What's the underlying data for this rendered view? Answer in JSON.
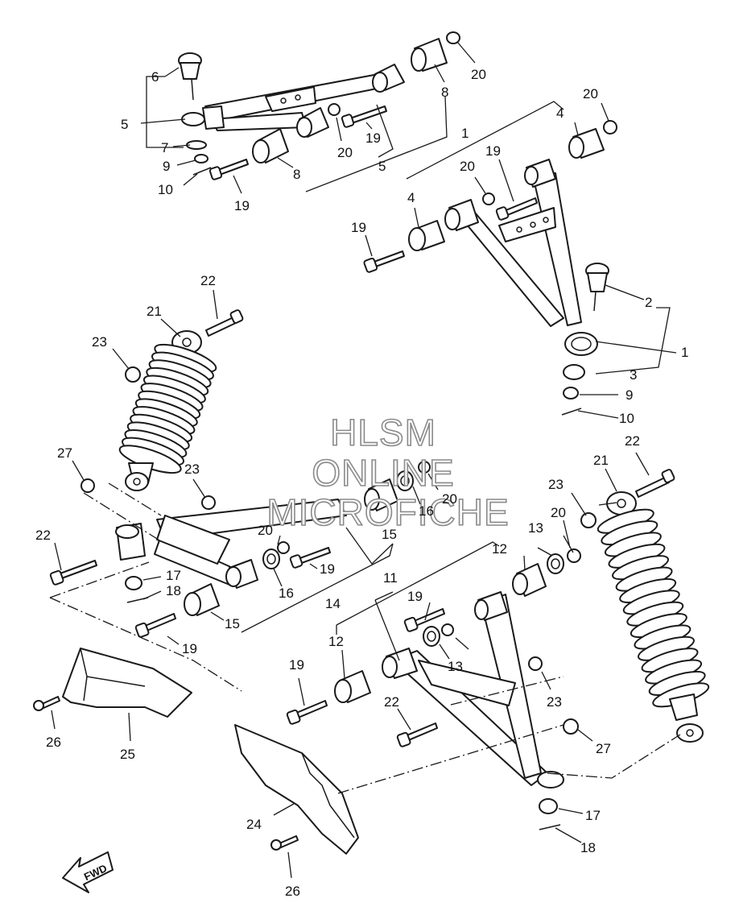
{
  "watermark": {
    "line1": "HLSM",
    "line2": "ONLINE",
    "line3": "MICROFICHE",
    "color": "#8a8a8a"
  },
  "fwd_label": "FWD",
  "callouts": {
    "c1_a": "1",
    "c1_b": "1",
    "c2": "2",
    "c3": "3",
    "c4_a": "4",
    "c4_b": "4",
    "c5_a": "5",
    "c5_b": "5",
    "c6": "6",
    "c7": "7",
    "c8_a": "8",
    "c8_b": "8",
    "c9_a": "9",
    "c9_b": "9",
    "c10_a": "10",
    "c10_b": "10",
    "c11": "11",
    "c12_a": "12",
    "c12_b": "12",
    "c13_a": "13",
    "c13_b": "13",
    "c14": "14",
    "c15_a": "15",
    "c15_b": "15",
    "c16_a": "16",
    "c16_b": "16",
    "c17_a": "17",
    "c17_b": "17",
    "c18_a": "18",
    "c18_b": "18",
    "c19_a": "19",
    "c19_b": "19",
    "c19_c": "19",
    "c19_d": "19",
    "c19_e": "19",
    "c19_f": "19",
    "c19_g": "19",
    "c19_h": "19",
    "c20_a": "20",
    "c20_b": "20",
    "c20_c": "20",
    "c20_d": "20",
    "c20_e": "20",
    "c20_f": "20",
    "c20_g": "20",
    "c21_a": "21",
    "c21_b": "21",
    "c22_a": "22",
    "c22_b": "22",
    "c22_c": "22",
    "c22_d": "22",
    "c23_a": "23",
    "c23_b": "23",
    "c23_c": "23",
    "c23_d": "23",
    "c24": "24",
    "c25": "25",
    "c26_a": "26",
    "c26_b": "26",
    "c27_a": "27",
    "c27_b": "27"
  }
}
